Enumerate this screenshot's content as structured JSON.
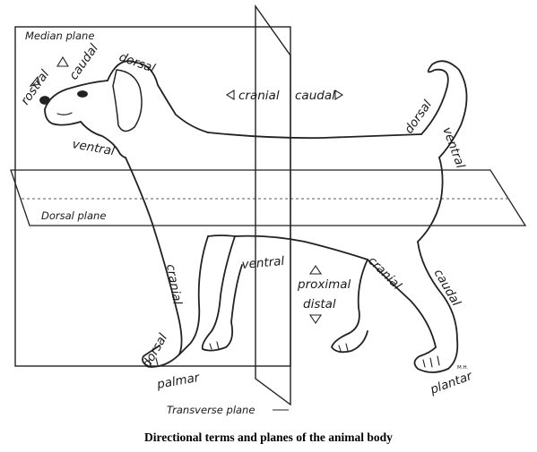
{
  "planes": {
    "median": "Median plane",
    "dorsal": "Dorsal plane",
    "transverse": "Transverse plane"
  },
  "terms": {
    "rostral": "rostral",
    "caudal_head": "caudal",
    "dorsal_neck": "dorsal",
    "ventral_neck": "ventral",
    "cranial_arrow": "cranial",
    "caudal_arrow": "caudal",
    "dorsal_tail": "dorsal",
    "ventral_tail": "ventral",
    "cranial_foreleg": "cranial",
    "dorsal_forepaw": "dorsal",
    "palmar": "palmar",
    "ventral_belly": "ventral",
    "proximal": "proximal",
    "distal": "distal",
    "cranial_hindleg": "cranial",
    "caudal_hindleg": "caudal",
    "plantar": "plantar"
  },
  "signature": "M.H.",
  "caption": "Directional terms and planes of the animal body"
}
